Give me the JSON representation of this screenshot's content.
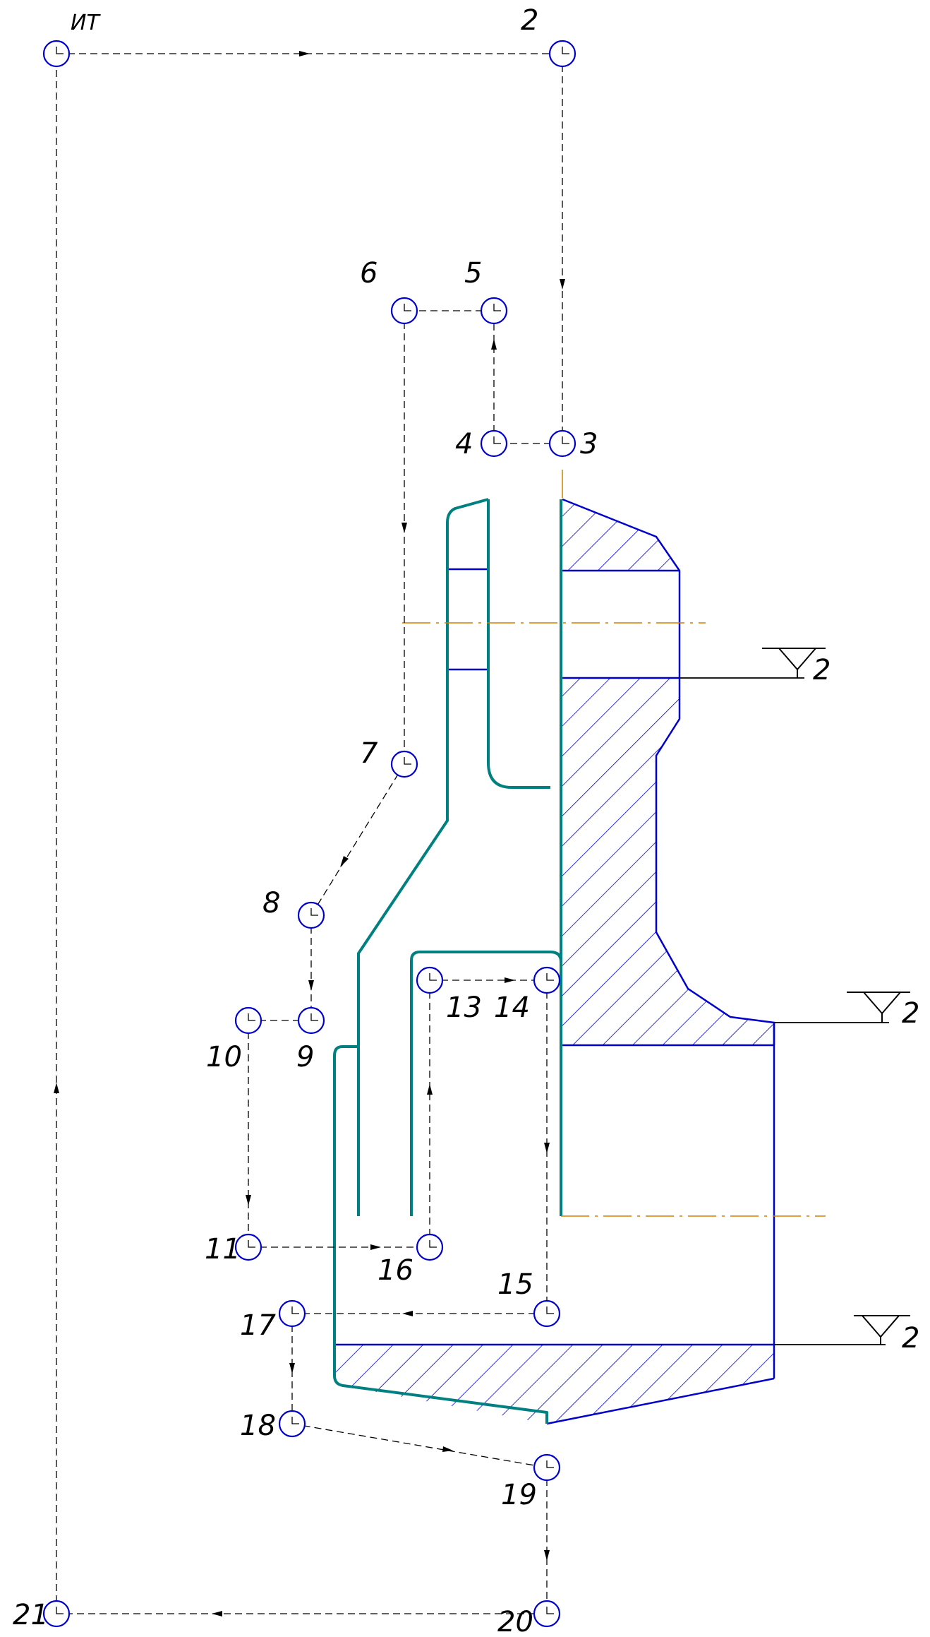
{
  "colors": {
    "path": "#000000",
    "point": "#0000cc",
    "part": "#0000cc",
    "blank": "#008080",
    "center": "#d08000",
    "hatch": "#0000cc"
  },
  "tool_path": {
    "start_label": "ИТ",
    "points": [
      {
        "id": "ИТ",
        "label": "ИТ"
      },
      {
        "id": "2",
        "label": "2"
      },
      {
        "id": "3",
        "label": "3"
      },
      {
        "id": "4",
        "label": "4"
      },
      {
        "id": "5",
        "label": "5"
      },
      {
        "id": "6",
        "label": "6"
      },
      {
        "id": "7",
        "label": "7"
      },
      {
        "id": "8",
        "label": "8"
      },
      {
        "id": "9",
        "label": "9"
      },
      {
        "id": "10",
        "label": "10"
      },
      {
        "id": "11",
        "label": "11"
      },
      {
        "id": "16",
        "label": "16"
      },
      {
        "id": "13",
        "label": "13"
      },
      {
        "id": "14",
        "label": "14"
      },
      {
        "id": "15",
        "label": "15"
      },
      {
        "id": "17",
        "label": "17"
      },
      {
        "id": "18",
        "label": "18"
      },
      {
        "id": "19",
        "label": "19"
      },
      {
        "id": "20",
        "label": "20"
      },
      {
        "id": "21",
        "label": "21"
      }
    ]
  },
  "roughness_marks": [
    {
      "label": "2"
    },
    {
      "label": "2"
    },
    {
      "label": "2"
    }
  ]
}
